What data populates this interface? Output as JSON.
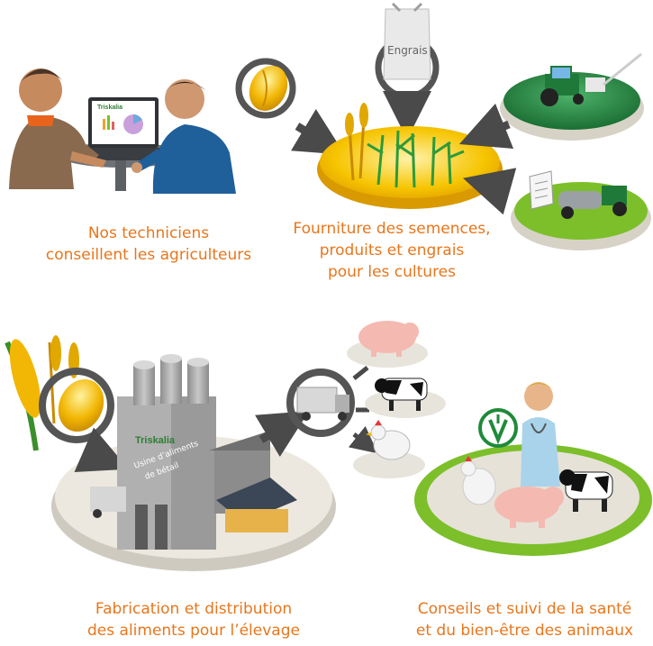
{
  "captions": {
    "technicians": [
      "Nos techniciens",
      "conseillent les agriculteurs"
    ],
    "supplies": [
      "Fourniture des semences,",
      "produits et engrais",
      "pour les cultures"
    ],
    "feed": [
      "Fabrication et distribution",
      "des aliments pour l’élevage"
    ],
    "health": [
      "Conseils et suivi de la santé",
      "et du bien-être des animaux"
    ]
  },
  "labels": {
    "fertilizer_bag": "Engrais",
    "laptop_brand": "Triskalia",
    "factory_brand": "Triskalia",
    "factory_sign_1": "Usine d’aliments",
    "factory_sign_2": "de bétail"
  },
  "colors": {
    "caption": "#e8761c",
    "arrow": "#4a4a4a",
    "grass": "#7cbf2a",
    "grain": "#f2b705",
    "platform": "#e6e2d8",
    "vet_green": "#1f8a3a"
  }
}
